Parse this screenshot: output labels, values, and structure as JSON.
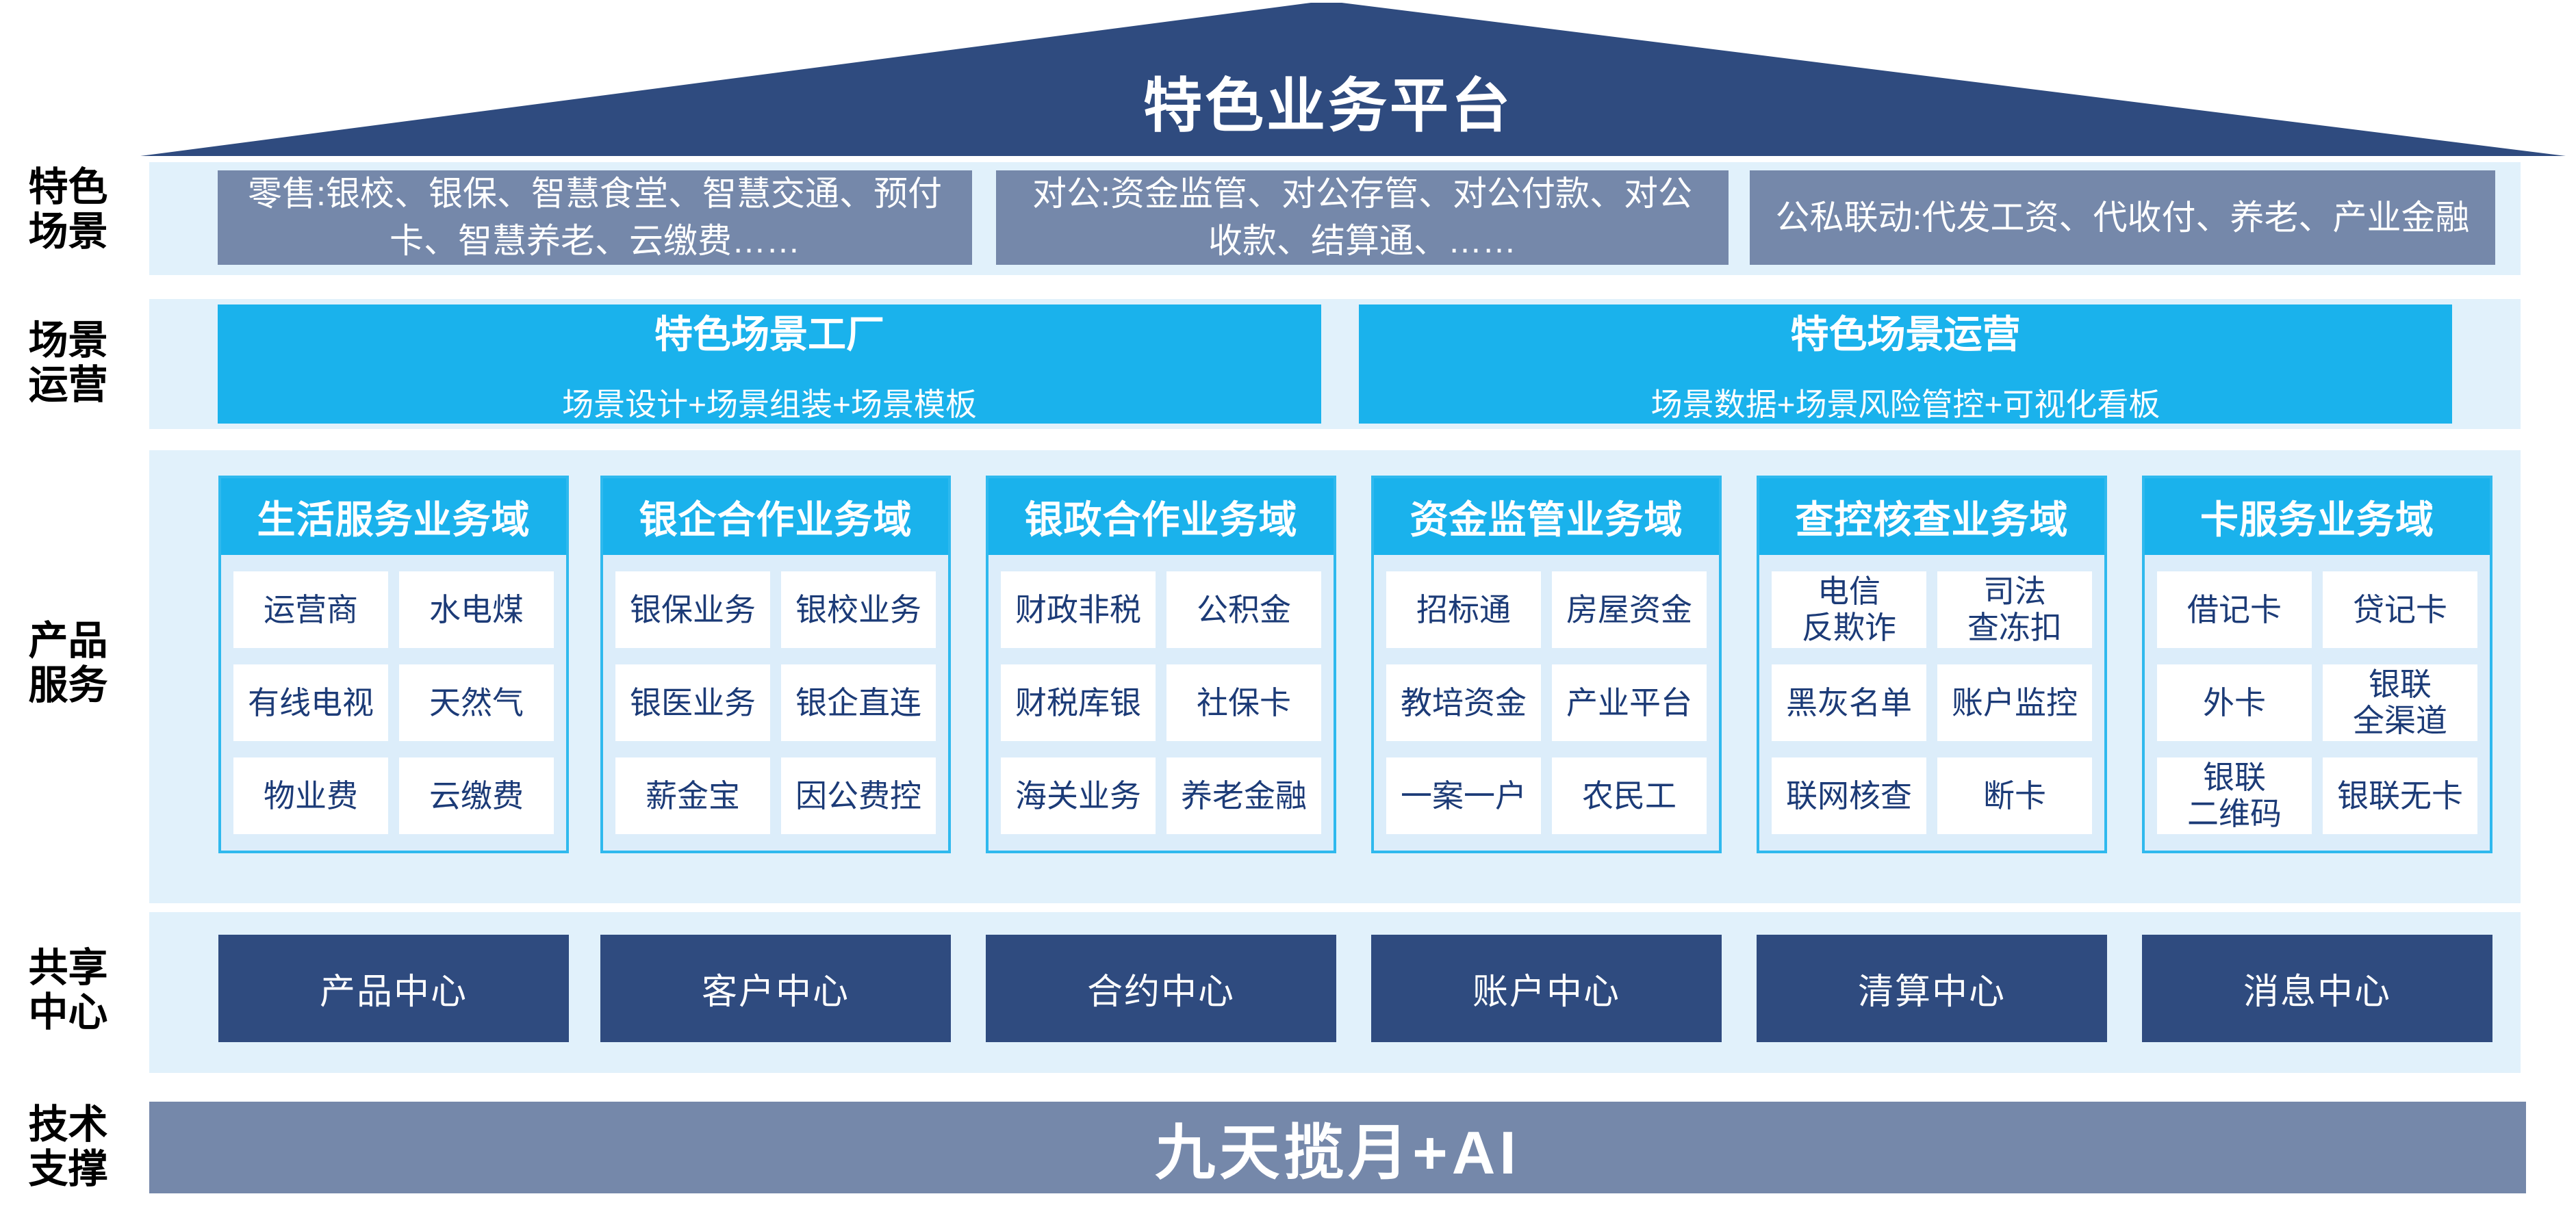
{
  "title": "特色业务平台",
  "colors": {
    "navy": "#2F4B7F",
    "steel_blue": "#7588AA",
    "cyan": "#1AB2EC",
    "band_light_blue": "#E1F1FB",
    "panel_light_blue": "#DCEDFA",
    "item_text_navy": "#1C3B77"
  },
  "scenes": {
    "label": "特色\n场景",
    "boxes": [
      "零售:银校、银保、智慧食堂、智慧交通、预付卡、智慧养老、云缴费……",
      "对公:资金监管、对公存管、对公付款、对公收款、结算通、……",
      "公私联动:代发工资、代收付、养老、产业金融"
    ]
  },
  "operations": {
    "label": "场景\n运营",
    "factory": {
      "title": "特色场景工厂",
      "subtitle": "场景设计+场景组装+场景模板"
    },
    "ops": {
      "title": "特色场景运营",
      "subtitle": "场景数据+场景风险管控+可视化看板"
    }
  },
  "products": {
    "label": "产品\n服务",
    "domains": [
      {
        "header": "生活服务业务域",
        "items": [
          "运营商",
          "水电煤",
          "有线电视",
          "天然气",
          "物业费",
          "云缴费"
        ]
      },
      {
        "header": "银企合作业务域",
        "items": [
          "银保业务",
          "银校业务",
          "银医业务",
          "银企直连",
          "薪金宝",
          "因公费控"
        ]
      },
      {
        "header": "银政合作业务域",
        "items": [
          "财政非税",
          "公积金",
          "财税库银",
          "社保卡",
          "海关业务",
          "养老金融"
        ]
      },
      {
        "header": "资金监管业务域",
        "items": [
          "招标通",
          "房屋资金",
          "教培资金",
          "产业平台",
          "一案一户",
          "农民工"
        ]
      },
      {
        "header": "查控核查业务域",
        "items": [
          "电信\n反欺诈",
          "司法\n查冻扣",
          "黑灰名单",
          "账户监控",
          "联网核查",
          "断卡"
        ]
      },
      {
        "header": "卡服务业务域",
        "items": [
          "借记卡",
          "贷记卡",
          "外卡",
          "银联\n全渠道",
          "银联\n二维码",
          "银联无卡"
        ]
      }
    ]
  },
  "shared": {
    "label": "共享\n中心",
    "centers": [
      "产品中心",
      "客户中心",
      "合约中心",
      "账户中心",
      "清算中心",
      "消息中心"
    ]
  },
  "tech": {
    "label": "技术\n支撑",
    "platform": "九天揽月+AI"
  }
}
